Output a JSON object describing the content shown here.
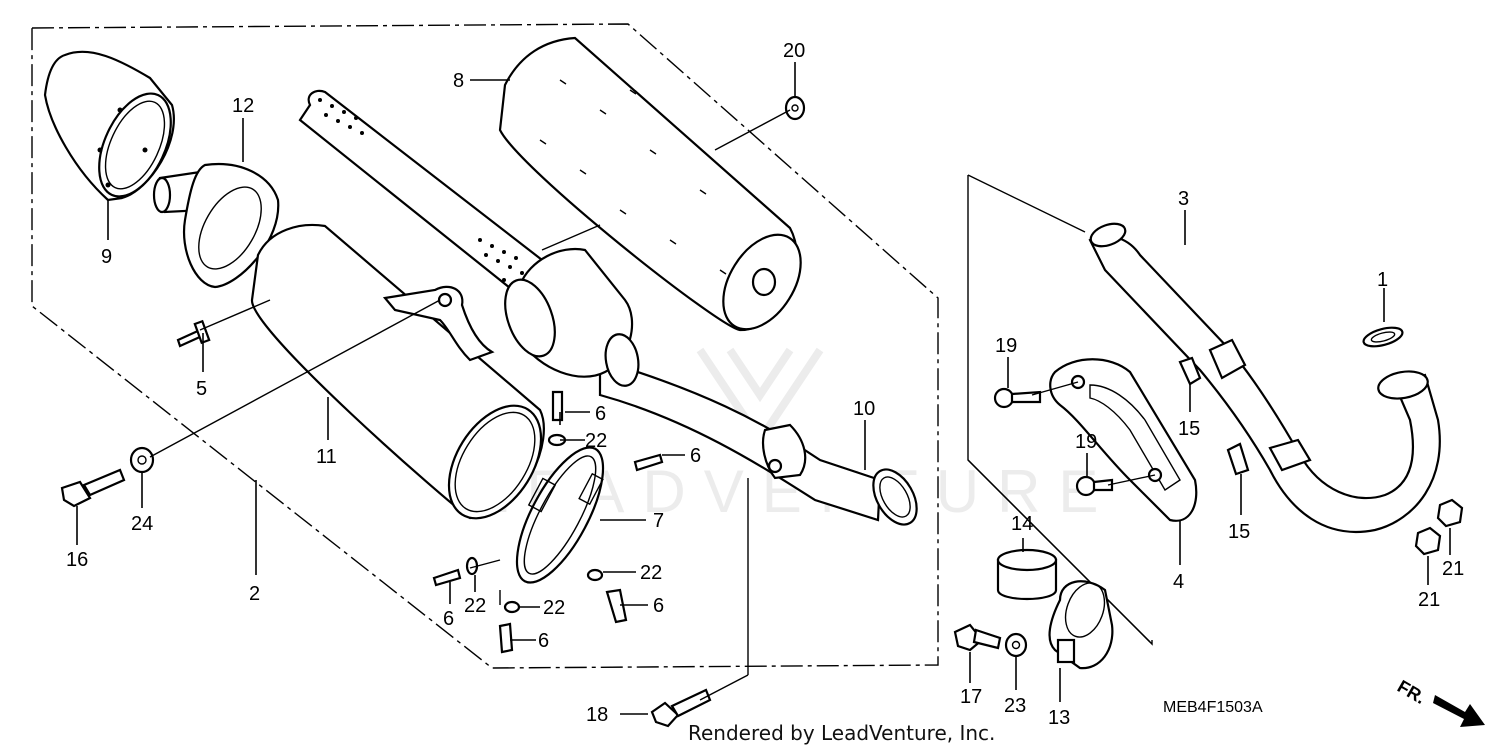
{
  "diagram": {
    "callouts": [
      "1",
      "2",
      "3",
      "4",
      "5",
      "6",
      "7",
      "8",
      "9",
      "10",
      "11",
      "12",
      "13",
      "14",
      "15",
      "16",
      "17",
      "18",
      "19",
      "20",
      "21",
      "22",
      "23",
      "24"
    ],
    "diagram_code": "MEB4F1503A",
    "credit": "Rendered by LeadVenture, Inc.",
    "direction_label": "FR.",
    "watermark": "LEADVENTURE"
  }
}
